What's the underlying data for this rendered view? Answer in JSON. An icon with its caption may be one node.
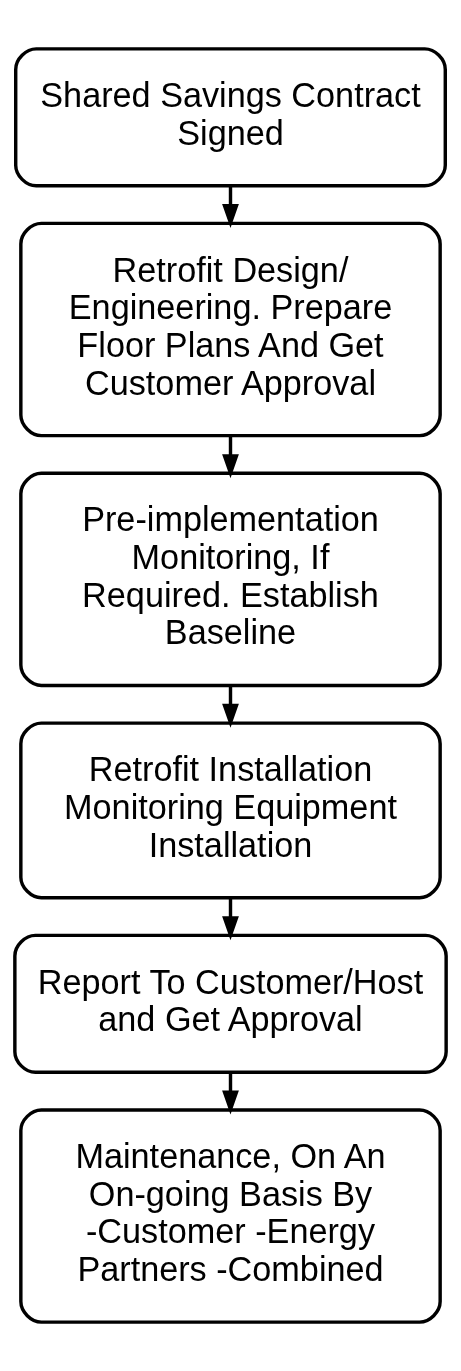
{
  "diagram": {
    "nodes": [
      {
        "text": [
          "Shared Savings Contract Signed"
        ]
      },
      {
        "text": [
          "Retrofit Design/ Engineering. Prepare Floor Plans And Get Customer Approval"
        ]
      },
      {
        "text": [
          "Pre-implementation Monitoring, If Required. Establish Baseline"
        ]
      },
      {
        "text": [
          "Retrofit Installation Monitoring Equipment Installation"
        ]
      },
      {
        "text": [
          "Report To Customer/Host and Get Approval"
        ]
      },
      {
        "text": [
          "Maintenance, On An On-going Basis By -Customer -Energy Partners -Combined"
        ]
      }
    ],
    "edges": [
      {
        "from": 0,
        "to": 1,
        "arrow": "to"
      },
      {
        "from": 1,
        "to": 2,
        "arrow": "to"
      },
      {
        "from": 2,
        "to": 3,
        "arrow": "to"
      },
      {
        "from": 3,
        "to": 4,
        "arrow": "to"
      },
      {
        "from": 4,
        "to": 5,
        "arrow": "to"
      }
    ]
  }
}
